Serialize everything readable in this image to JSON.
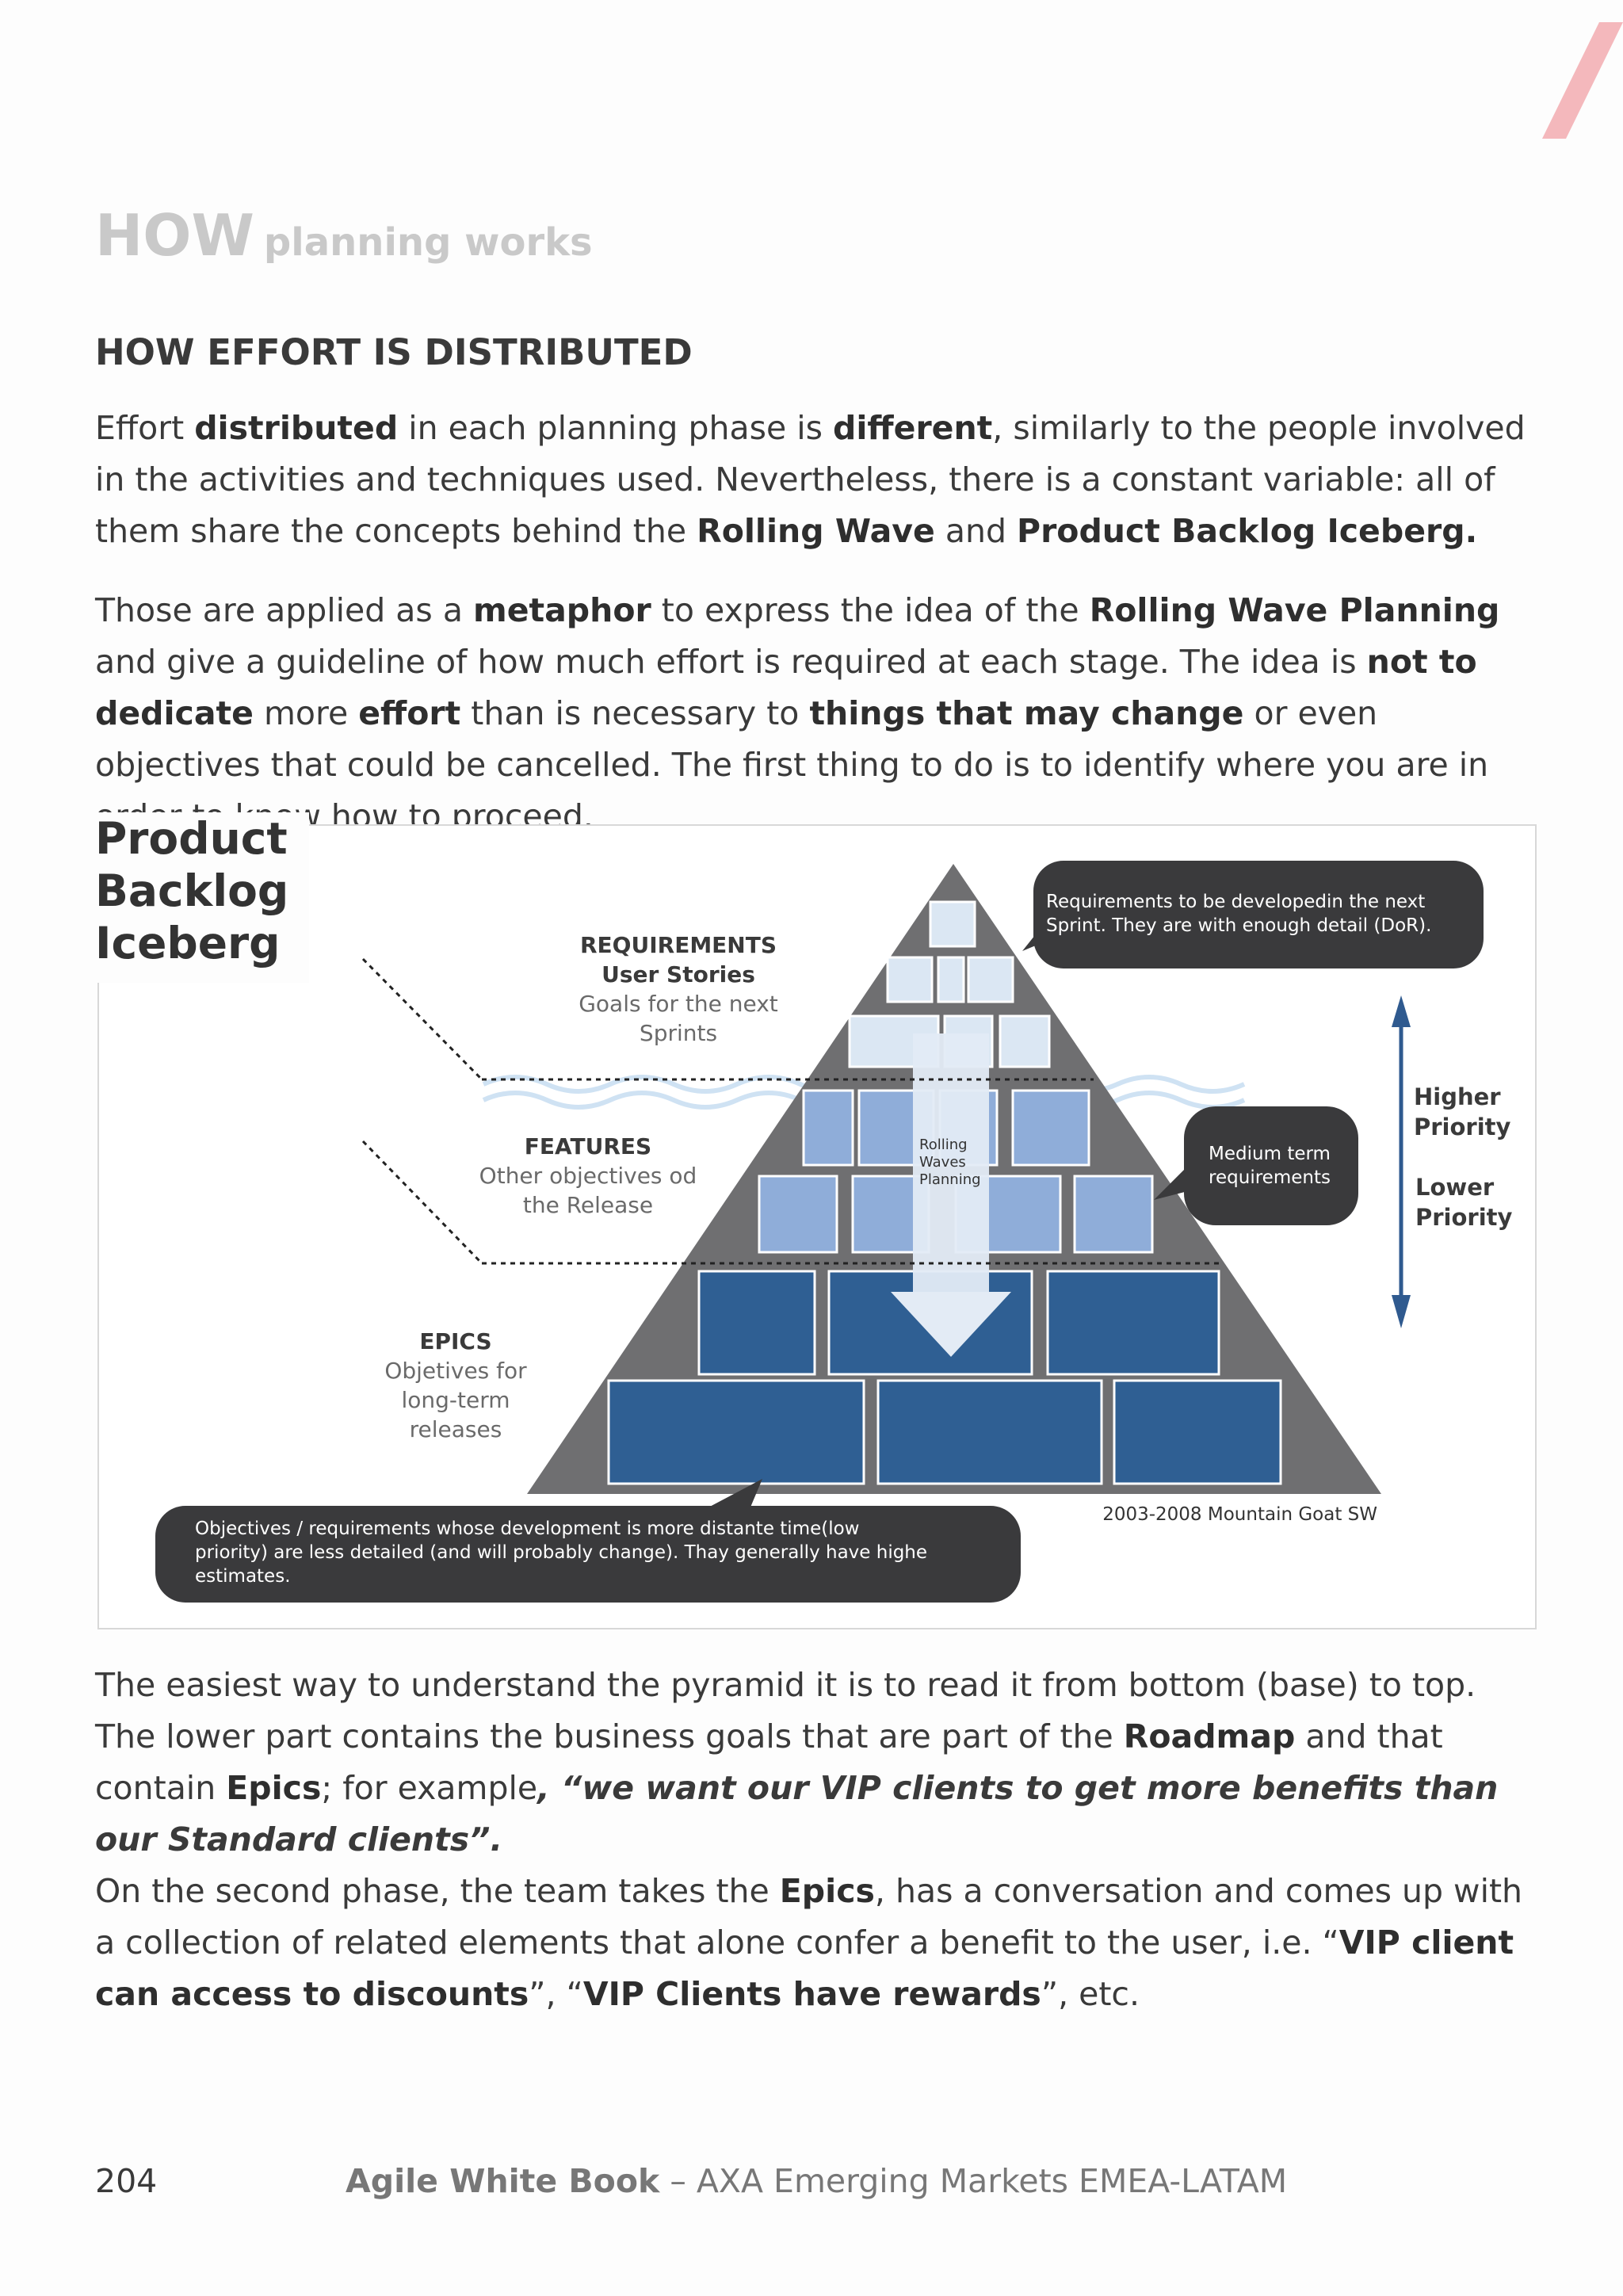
{
  "header": {
    "how": "HOW",
    "rest": "planning works"
  },
  "section_title": "HOW EFFORT IS DISTRIBUTED",
  "para1": {
    "t1": "Effort ",
    "b1": "distributed",
    "t2": " in each planning phase is ",
    "b2": "different",
    "t3": ", similarly to the people involved in the activities and techniques used. Nevertheless, there is a constant variable: all of them share the concepts behind the ",
    "b3": "Rolling Wave",
    "t4": " and ",
    "b4": "Product Backlog Iceberg."
  },
  "para2": {
    "t1": "Those are applied as a ",
    "b1": "metaphor",
    "t2": " to express the idea of the ",
    "b2": "Rolling Wave Planning",
    "t3": " and give a guideline of how much effort is required at each stage. The idea is ",
    "b3": "not to dedicate",
    "t4": " more ",
    "b4": "effort",
    "t5": " than is necessary to ",
    "b5": "things that may change",
    "t6": " or even objectives that could be cancelled. The first thing to do is to identify where you are in order to know how to proceed."
  },
  "figure": {
    "title_lines": [
      "Product",
      "Backlog",
      "Iceberg"
    ],
    "requirements": {
      "heading": "REQUIREMENTS",
      "sub": "User Stories",
      "desc1": "Goals for the next",
      "desc2": "Sprints"
    },
    "features": {
      "heading": "FEATURES",
      "desc1": "Other objectives od",
      "desc2": "the Release"
    },
    "epics": {
      "heading": "EPICS",
      "desc1": "Objetives for",
      "desc2": "long-term",
      "desc3": "releases"
    },
    "bubble_top": {
      "line1": "Requirements to be developedin the next",
      "line2": "Sprint. They are with enough detail (DoR)."
    },
    "bubble_mid": {
      "line1": "Medium term",
      "line2": "requirements"
    },
    "bubble_bottom": {
      "line1": "Objectives / requirements whose development is more distante time(low",
      "line2": "priority) are less detailed (and will probably change). Thay generally have highe",
      "line3": "estimates."
    },
    "rolling": {
      "line1": "Rolling",
      "line2": "Waves",
      "line3": "Planning"
    },
    "higher": {
      "line1": "Higher",
      "line2": "Priority"
    },
    "lower": {
      "line1": "Lower",
      "line2": "Priority"
    },
    "credit": "2003-2008 Mountain Goat SW"
  },
  "para3": {
    "t1": "The easiest way to understand the pyramid it is to read it from bottom (base) to top. The lower part contains the business goals that are part of the ",
    "b1": "Roadmap",
    "t2": " and that contain ",
    "b2": "Epics",
    "t3": "; for example",
    "q1": ", “we want our VIP clients to get more benefits than our Standard clients”.",
    "t4": "On the second phase, the team takes the ",
    "b3": "Epics",
    "t5": ", has a conversation and comes up with a collection of related elements that alone confer a benefit to the user, i.e. “",
    "b4": "VIP client can access to discounts",
    "t6": "”, “",
    "b5": "VIP Clients have rewards",
    "t7": "”, etc."
  },
  "footer": {
    "page": "204",
    "book": "Agile White Book",
    "rest": " – AXA Emerging Markets EMEA-LATAM"
  },
  "colors": {
    "pyramid": "#6f6f71",
    "light_box": "#dbe7f3",
    "mid_box": "#8fadd9",
    "dark_box": "#2f5f93",
    "bubble": "#3a3a3c",
    "arrow": "#2f5a8f",
    "accent": "#f4b8bc"
  }
}
